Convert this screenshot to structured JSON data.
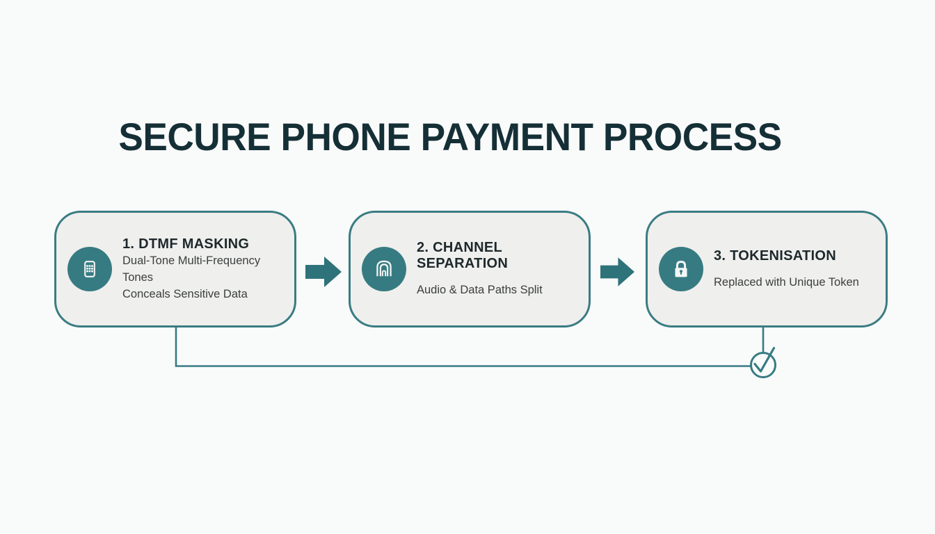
{
  "title": "SECURE PHONE PAYMENT PROCESS",
  "colors": {
    "teal": "#377b82",
    "arrow": "#2e737a",
    "title_color": "#152f36",
    "box_fill": "#efefed",
    "box_border": "#3a7c83",
    "heading_color": "#1d282b",
    "subtext_color": "#3b3f3f",
    "bg": "#f9fafa",
    "icon_glyph": "#f4f6f5"
  },
  "steps": [
    {
      "heading": "1. DTMF MASKING",
      "icon": "keypad-icon",
      "lines": [
        "Dual-Tone Multi-Frequency Tones",
        "Conceals Sensitive Data"
      ]
    },
    {
      "heading": "2. CHANNEL SEPARATION",
      "icon": "arch-icon",
      "lines": [
        "Audio & Data Paths Split"
      ]
    },
    {
      "heading": "3. TOKENISATION",
      "icon": "padlock-icon",
      "lines": [
        "Replaced with Unique Token"
      ]
    }
  ],
  "flow": {
    "arrow_count": 2,
    "end_marker": "check-circle"
  }
}
